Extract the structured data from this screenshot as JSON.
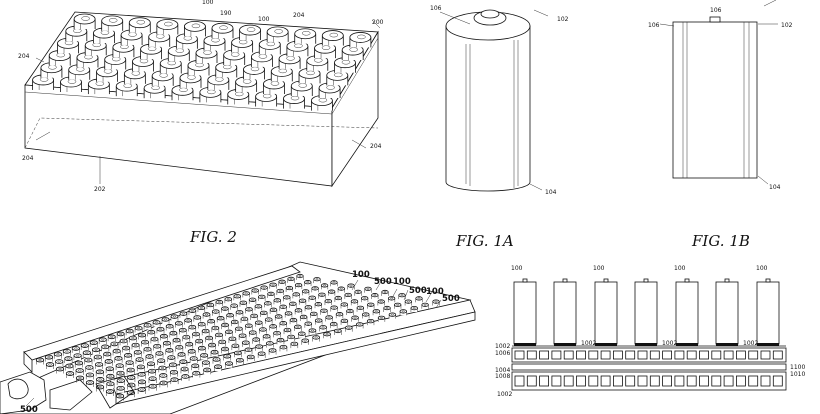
{
  "figures": {
    "fig2": {
      "caption": "FIG. 2",
      "refs": {
        "r100a": "100",
        "r190": "190",
        "r100b": "100",
        "r204a": "204",
        "r200": "200",
        "r204b": "204",
        "r204c": "204",
        "r204d": "204",
        "r202": "202"
      }
    },
    "fig1a": {
      "caption": "FIG. 1A",
      "refs": {
        "r106": "106",
        "r102": "102",
        "r104": "104"
      }
    },
    "fig1b": {
      "caption": "FIG. 1B",
      "refs": {
        "r106": "106",
        "r108": "106",
        "r102": "102",
        "r104": "104"
      }
    },
    "fig_module": {
      "refs": [
        "100",
        "500",
        "100",
        "500",
        "100",
        "500",
        "500"
      ]
    },
    "fig_section": {
      "cell_labels": [
        "100",
        "100",
        "100",
        "100"
      ],
      "refs": {
        "r1002a": "1002",
        "r1002b": "1002",
        "r1002c": "1002",
        "r1002d": "1002",
        "r1006": "1006",
        "r1004": "1004",
        "r1008": "1008",
        "r1100": "1100",
        "r1010": "1010"
      }
    }
  }
}
